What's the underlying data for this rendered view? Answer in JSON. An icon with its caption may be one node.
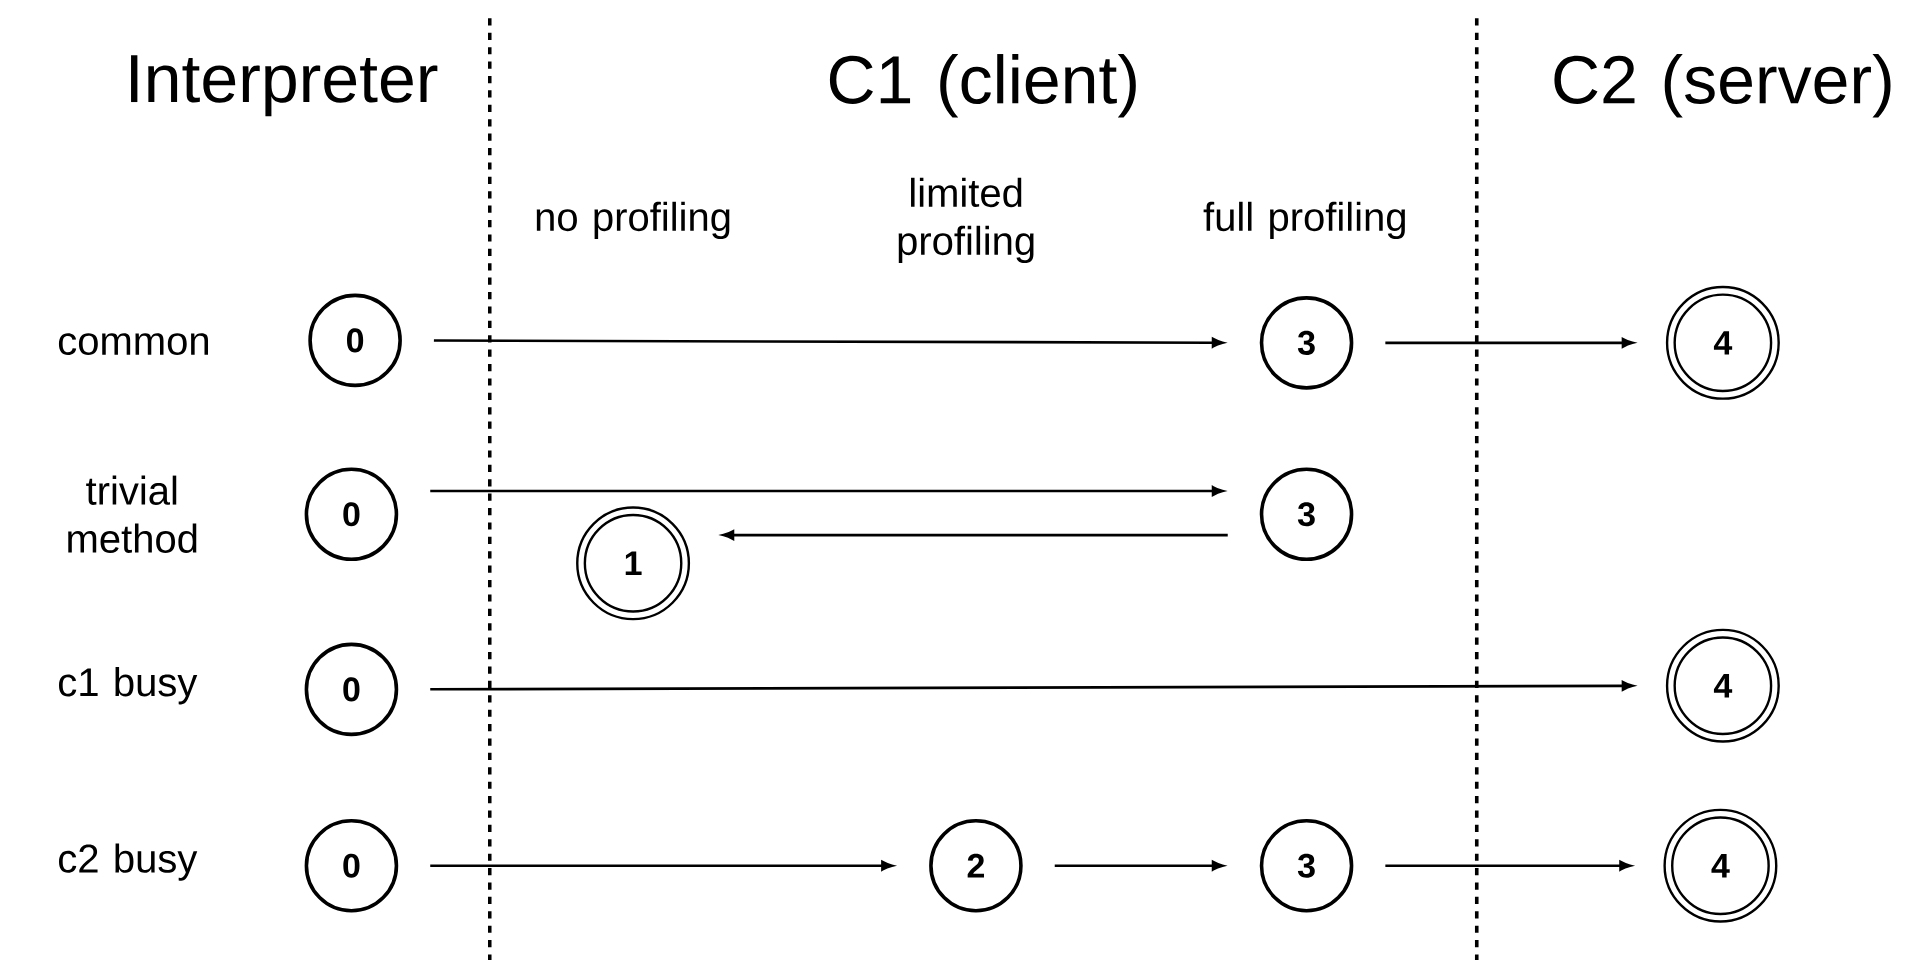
{
  "diagram": {
    "nodes": [
      {
        "text": [
          "0"
        ]
      },
      {
        "text": [
          "3"
        ]
      },
      {
        "text": [
          "4"
        ]
      },
      {
        "text": [
          "0"
        ]
      },
      {
        "text": [
          "3"
        ]
      },
      {
        "text": [
          "1"
        ]
      },
      {
        "text": [
          "0"
        ]
      },
      {
        "text": [
          "4"
        ]
      },
      {
        "text": [
          "0"
        ]
      },
      {
        "text": [
          "2"
        ]
      },
      {
        "text": [
          "3"
        ]
      },
      {
        "text": [
          "4"
        ]
      }
    ],
    "edges": [
      {
        "from": 0,
        "to": 1,
        "arrow": "to"
      },
      {
        "from": 1,
        "to": 2,
        "arrow": "to"
      },
      {
        "from": 3,
        "to": 4,
        "arrow": "to"
      },
      {
        "from": 4,
        "to": 5,
        "arrow": "to"
      },
      {
        "from": 6,
        "to": 7,
        "arrow": "to"
      },
      {
        "from": 8,
        "to": 9,
        "arrow": "to"
      },
      {
        "from": 9,
        "to": 10,
        "arrow": "to"
      },
      {
        "from": 10,
        "to": 11,
        "arrow": "to"
      }
    ],
    "labels": [
      "Interpreter",
      "C1 (client)",
      "C2 (server)",
      "no profiling",
      "limited profiling",
      "full profiling",
      "common",
      "trivial method",
      "c1 busy",
      "c2 busy"
    ]
  }
}
